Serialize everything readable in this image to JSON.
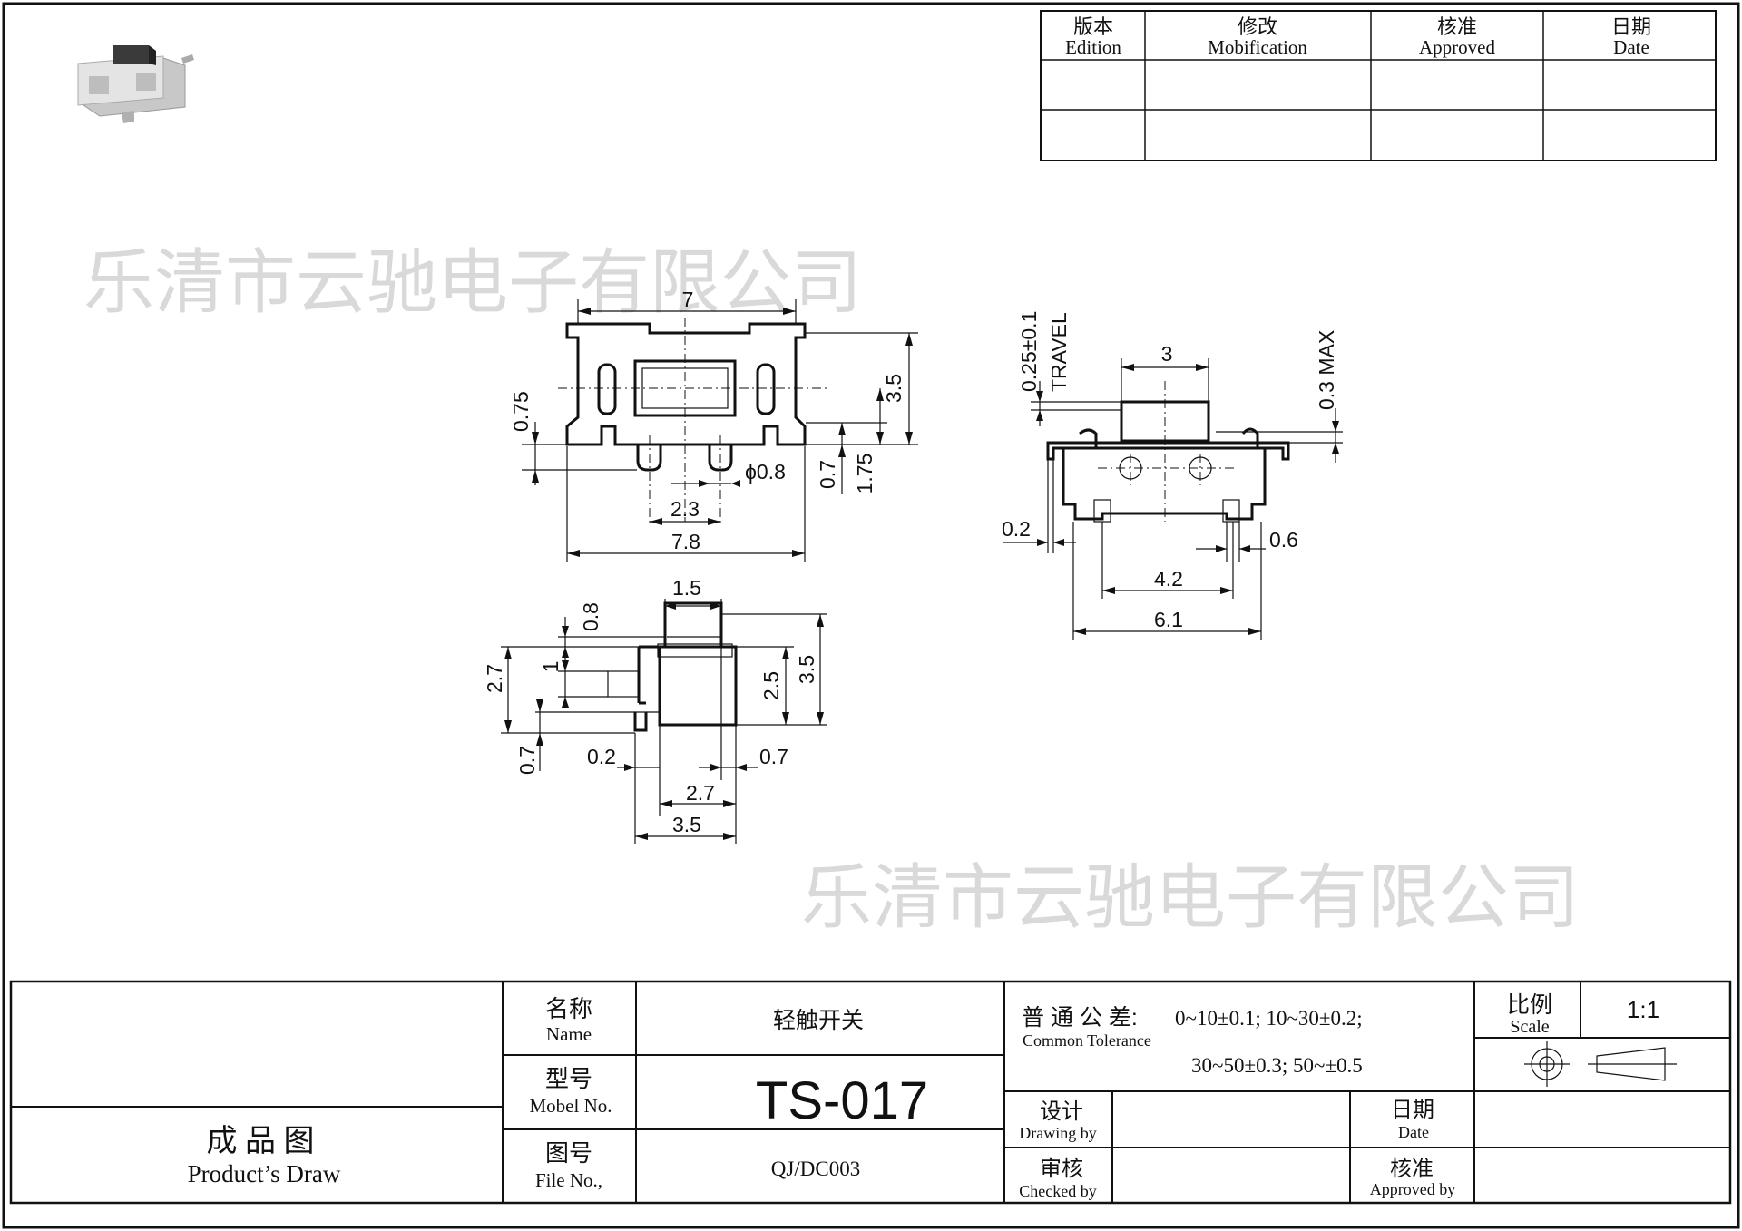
{
  "revision_table": {
    "headers": [
      {
        "cn": "版本",
        "en": "Edition"
      },
      {
        "cn": "修改",
        "en": "Mobification"
      },
      {
        "cn": "核准",
        "en": "Approved"
      },
      {
        "cn": "日期",
        "en": "Date"
      }
    ]
  },
  "watermark": "乐清市云驰电子有限公司",
  "dims": {
    "front_top_width": "7",
    "front_bottom_width": "7.8",
    "front_height_075": "0.75",
    "front_height_35": "3.5",
    "front_pin_07": "0.7",
    "front_pin_175": "1.75",
    "front_phi": "ϕ0.8",
    "front_pitch": "2.3",
    "side_travel": "0.25±0.1",
    "side_travel_label": "TRAVEL",
    "side_top": "3",
    "side_max": "0.3 MAX",
    "side_02": "0.2",
    "side_06": "0.6",
    "side_42": "4.2",
    "side_61": "6.1",
    "end_15": "1.5",
    "end_08": "0.8",
    "end_27_left": "2.7",
    "end_1": "1",
    "end_25": "2.5",
    "end_35_right": "3.5",
    "end_07_left": "0.7",
    "end_02": "0.2",
    "end_07_right": "0.7",
    "end_27_bottom": "2.7",
    "end_35_bottom": "3.5"
  },
  "title_block": {
    "drawing_title_cn": "成 品 图",
    "drawing_title_en": "Product’s Draw",
    "name_cn": "名称",
    "name_en": "Name",
    "name_value": "轻触开关",
    "model_cn": "型号",
    "model_en": "Mobel No.",
    "model_value": "TS-017",
    "file_cn": "图号",
    "file_en": "File No.,",
    "file_value": "QJ/DC003",
    "tolerance_cn": "普 通 公 差:",
    "tolerance_en": "Common Tolerance",
    "tolerance_line1": "0~10±0.1; 10~30±0.2;",
    "tolerance_line2": "30~50±0.3; 50~±0.5",
    "scale_cn": "比例",
    "scale_en": "Scale",
    "scale_value": "1:1",
    "drawing_by_cn": "设计",
    "drawing_by_en": "Drawing by",
    "date_cn": "日期",
    "date_en": "Date",
    "checked_by_cn": "审核",
    "checked_by_en": "Checked by",
    "approved_by_cn": "核准",
    "approved_by_en": "Approved by"
  }
}
